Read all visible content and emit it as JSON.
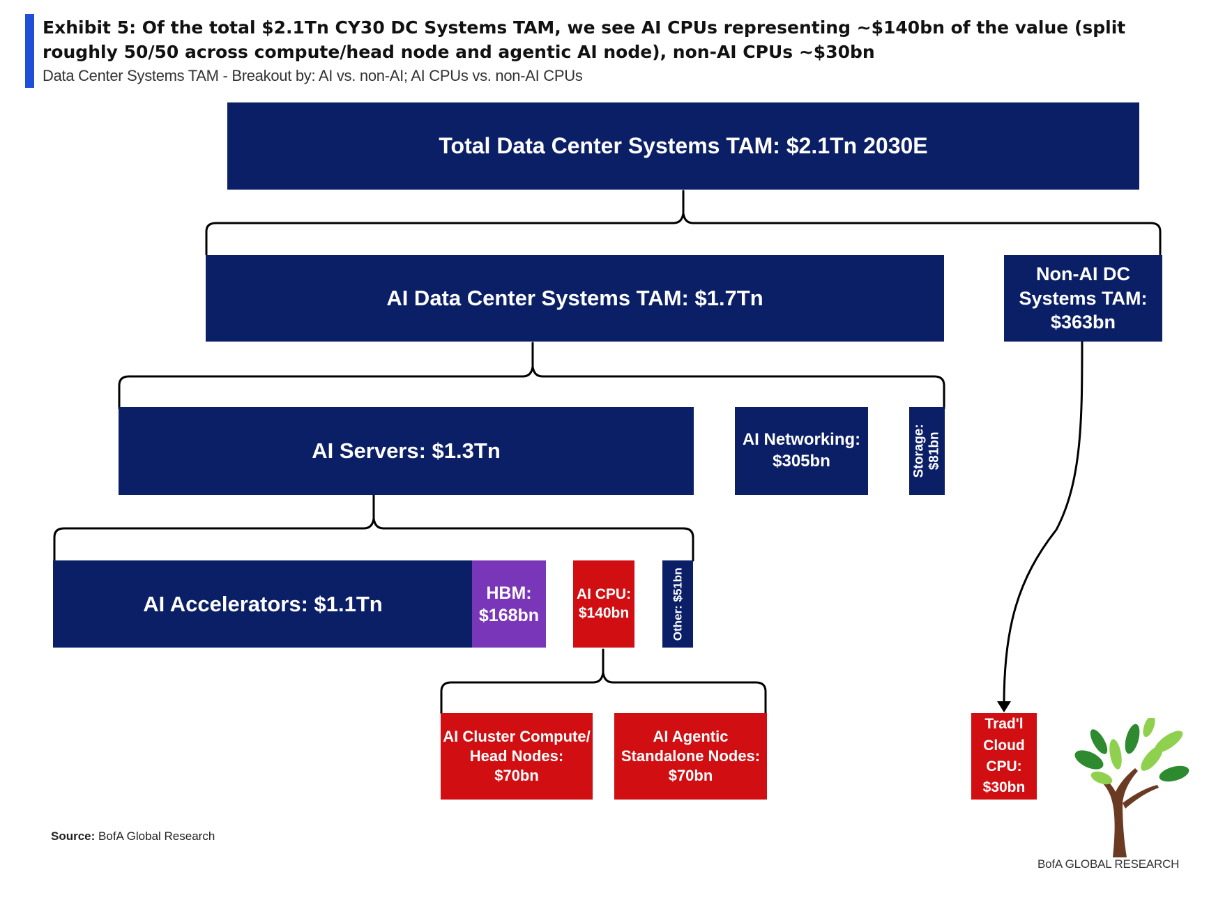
{
  "title": "Exhibit 5: Of the total $2.1Tn CY30 DC Systems TAM, we see AI CPUs representing ~$140bn of the value (split roughly 50/50 across compute/head node and agentic AI node), non-AI CPUs ~$30bn",
  "subtitle": "Data Center Systems TAM - Breakout by: AI vs. non-AI; AI CPUs vs. non-AI CPUs",
  "nodes": {
    "total": {
      "lines": [
        "Total Data Center Systems TAM: $2.1Tn 2030E"
      ],
      "value": 2100
    },
    "ai_dc": {
      "lines": [
        "AI Data Center Systems TAM: $1.7Tn"
      ],
      "value": 1700
    },
    "non_ai_dc": {
      "lines": [
        "Non-AI DC",
        "Systems TAM:",
        "$363bn"
      ],
      "value": 363
    },
    "ai_servers": {
      "lines": [
        "AI Servers: $1.3Tn"
      ],
      "value": 1300
    },
    "ai_networking": {
      "lines": [
        "AI Networking:",
        "$305bn"
      ],
      "value": 305
    },
    "storage": {
      "lines": [
        "Storage:",
        "$81bn"
      ],
      "value": 81
    },
    "ai_accelerators": {
      "lines": [
        "AI Accelerators: $1.1Tn"
      ],
      "value": 1100
    },
    "hbm": {
      "lines": [
        "HBM:",
        "$168bn"
      ],
      "value": 168
    },
    "ai_cpu": {
      "lines": [
        "AI CPU:",
        "$140bn"
      ],
      "value": 140
    },
    "other": {
      "lines": [
        "Other: $51bn"
      ],
      "value": 51
    },
    "cluster_compute": {
      "lines": [
        "AI Cluster Compute/",
        "Head Nodes:",
        "$70bn"
      ],
      "value": 70
    },
    "agentic": {
      "lines": [
        "AI Agentic",
        "Standalone Nodes:",
        "$70bn"
      ],
      "value": 70
    },
    "trad_cloud_cpu": {
      "lines": [
        "Trad'l",
        "Cloud",
        "CPU:",
        "$30bn"
      ],
      "value": 30
    }
  },
  "colors": {
    "navy": "#0b1f66",
    "purple": "#7a36b8",
    "red": "#d10f12",
    "accent": "#1f4fd6",
    "tree_trunk": "#6b3a22",
    "leaf_dark": "#2e8a2e",
    "leaf_light": "#8fd14f"
  },
  "source": {
    "label": "Source:",
    "text": " BofA Global Research"
  },
  "brand": {
    "text": "BofA GLOBAL RESEARCH",
    "icon": "tree-logo-icon"
  }
}
